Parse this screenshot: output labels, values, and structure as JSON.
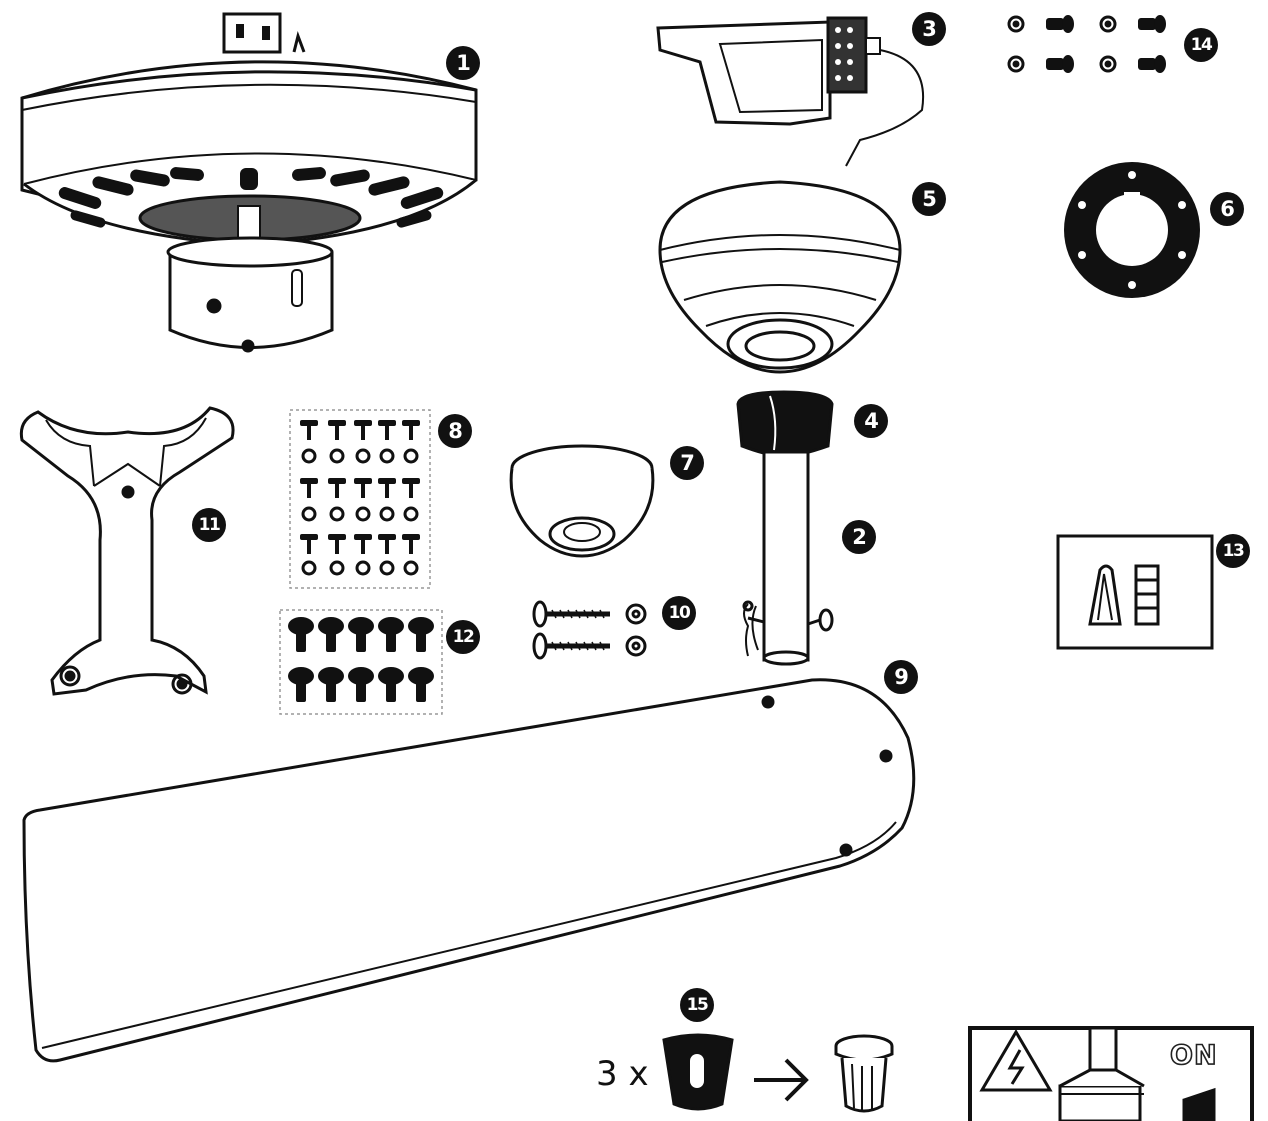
{
  "figure": {
    "callouts": [
      {
        "id": "part-1",
        "label": "1"
      },
      {
        "id": "part-2",
        "label": "2"
      },
      {
        "id": "part-3",
        "label": "3"
      },
      {
        "id": "part-4",
        "label": "4"
      },
      {
        "id": "part-5",
        "label": "5"
      },
      {
        "id": "part-6",
        "label": "6"
      },
      {
        "id": "part-7",
        "label": "7"
      },
      {
        "id": "part-8",
        "label": "8"
      },
      {
        "id": "part-9",
        "label": "9"
      },
      {
        "id": "part-10",
        "label": "10"
      },
      {
        "id": "part-11",
        "label": "11"
      },
      {
        "id": "part-12",
        "label": "12"
      },
      {
        "id": "part-13",
        "label": "13"
      },
      {
        "id": "part-14",
        "label": "14"
      },
      {
        "id": "part-15",
        "label": "15"
      }
    ],
    "quantity_note": "3 x",
    "switch_label": "ON",
    "icons": [
      "motor-housing-icon",
      "downrod-icon",
      "mounting-bracket-icon",
      "yoke-cover-icon",
      "canopy-icon",
      "rubber-gasket-icon",
      "switch-cup-icon",
      "screw-set-icon",
      "fan-blade-icon",
      "canopy-screws-icon",
      "blade-arm-icon",
      "blade-screws-icon",
      "clip-connector-icon",
      "bracket-screws-icon",
      "blade-adapter-icon",
      "arrow-right-icon",
      "filter-cap-icon",
      "warning-triangle-icon",
      "power-switch-icon"
    ],
    "line_color": "#111111",
    "fill_dark": "#1a1a1a",
    "fill_mid": "#555555"
  }
}
